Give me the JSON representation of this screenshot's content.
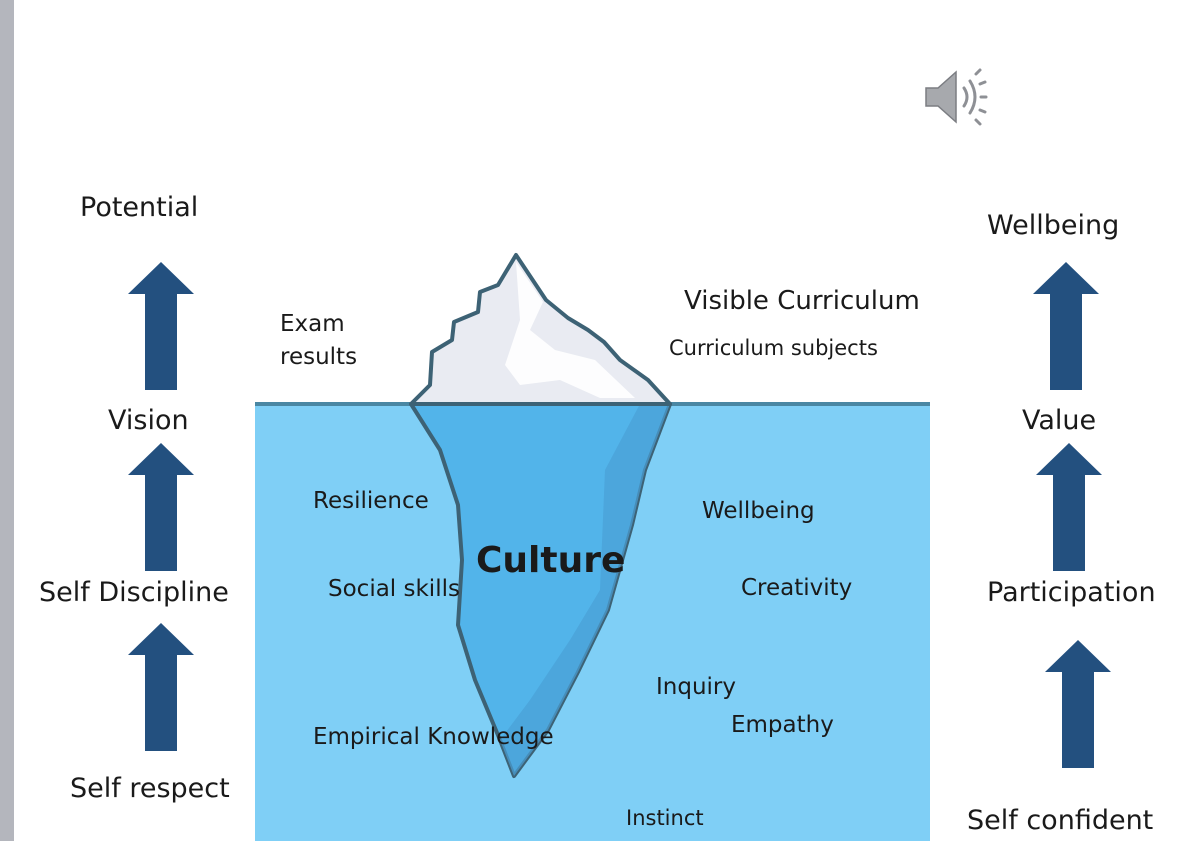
{
  "colors": {
    "arrow": "#23507f",
    "water": "#7fcff6",
    "waterline": "#4a87a3",
    "ice_tip": "#e9ebf2",
    "ice_under": "#52b4ea",
    "ice_outline": "#3d6275"
  },
  "icons": [
    "speaker-icon",
    "arrow-up-icon"
  ],
  "left_column": {
    "potential": "Potential",
    "vision": "Vision",
    "self_discipline": "Self Discipline",
    "self_respect": "Self respect"
  },
  "right_column": {
    "wellbeing": "Wellbeing",
    "value": "Value",
    "participation": "Participation",
    "self_confident": "Self confident"
  },
  "iceberg": {
    "visible_curriculum": "Visible Curriculum",
    "curriculum_subjects": "Curriculum subjects",
    "exam_results": "Exam results",
    "culture": "Culture",
    "resilience": "Resilience",
    "social_skills": "Social skills",
    "empirical_knowledge": "Empirical Knowledge",
    "wellbeing": "Wellbeing",
    "creativity": "Creativity",
    "inquiry": "Inquiry",
    "empathy": "Empathy",
    "instinct": "Instinct"
  }
}
